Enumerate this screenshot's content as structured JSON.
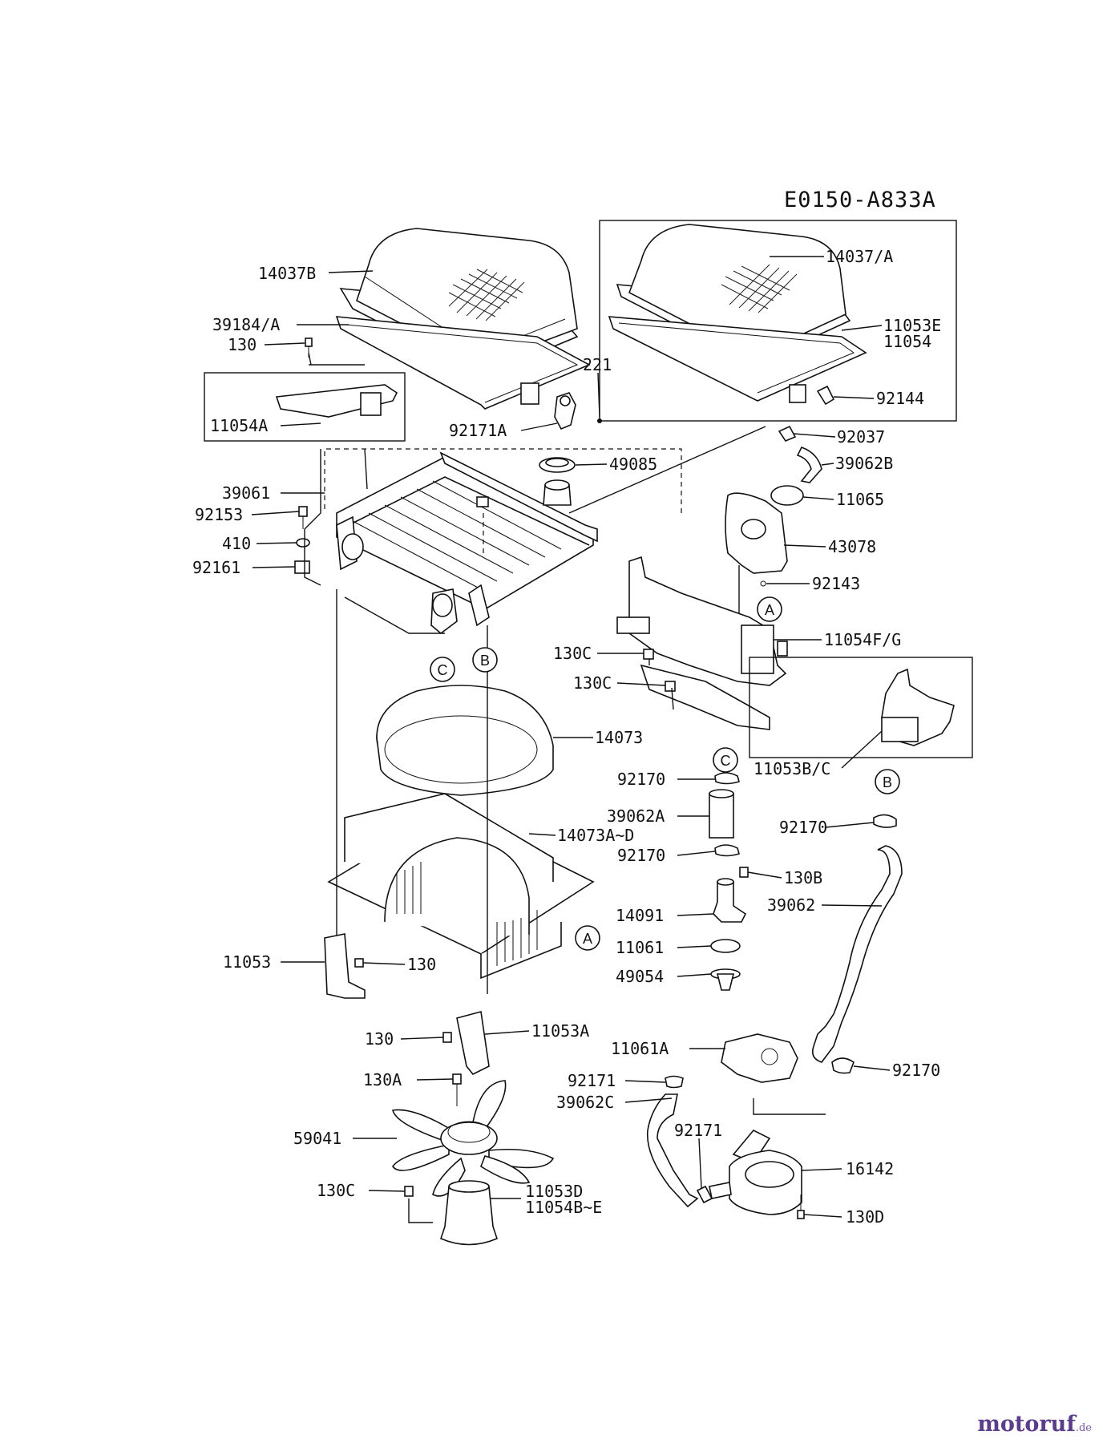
{
  "diagram_code": "E0150-A833A",
  "parts": [
    {
      "id": "14037B"
    },
    {
      "id": "39184/A"
    },
    {
      "id": "130"
    },
    {
      "id": "11054A"
    },
    {
      "id": "221"
    },
    {
      "id": "92171A"
    },
    {
      "id": "14037/A"
    },
    {
      "id": "11053E"
    },
    {
      "id": "11054"
    },
    {
      "id": "92144"
    },
    {
      "id": "92037"
    },
    {
      "id": "39062B"
    },
    {
      "id": "49085"
    },
    {
      "id": "39061"
    },
    {
      "id": "92153"
    },
    {
      "id": "410"
    },
    {
      "id": "92161"
    },
    {
      "id": "11065"
    },
    {
      "id": "43078"
    },
    {
      "id": "92143"
    },
    {
      "id": "11054F/G"
    },
    {
      "id": "130C"
    },
    {
      "id": "130C"
    },
    {
      "id": "11053B/C"
    },
    {
      "id": "14073"
    },
    {
      "id": "92170"
    },
    {
      "id": "39062A"
    },
    {
      "id": "92170"
    },
    {
      "id": "92170"
    },
    {
      "id": "14073A~D"
    },
    {
      "id": "130B"
    },
    {
      "id": "14091"
    },
    {
      "id": "39062"
    },
    {
      "id": "11061"
    },
    {
      "id": "49054"
    },
    {
      "id": "11053"
    },
    {
      "id": "130"
    },
    {
      "id": "130"
    },
    {
      "id": "11053A"
    },
    {
      "id": "11061A"
    },
    {
      "id": "92171"
    },
    {
      "id": "92170"
    },
    {
      "id": "39062C"
    },
    {
      "id": "130A"
    },
    {
      "id": "92171"
    },
    {
      "id": "59041"
    },
    {
      "id": "16142"
    },
    {
      "id": "130C"
    },
    {
      "id": "11053D"
    },
    {
      "id": "11054B~E"
    },
    {
      "id": "130D"
    }
  ],
  "reference_circles": [
    "C",
    "B",
    "A",
    "C",
    "B",
    "A"
  ],
  "brand": {
    "name": "motoruf",
    "suffix": ".de"
  }
}
